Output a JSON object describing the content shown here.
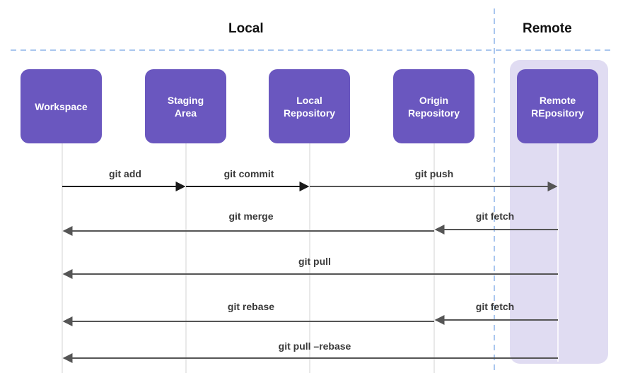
{
  "sections": {
    "local": "Local",
    "remote": "Remote"
  },
  "nodes": [
    {
      "id": "workspace",
      "label": "Workspace"
    },
    {
      "id": "staging",
      "label": "Staging\nArea"
    },
    {
      "id": "local-repo",
      "label": "Local\nRepository"
    },
    {
      "id": "origin-repo",
      "label": "Origin\nRepository"
    },
    {
      "id": "remote-repo",
      "label": "Remote\nREpository"
    }
  ],
  "commands": {
    "git_add": "git add",
    "git_commit": "git commit",
    "git_push": "git push",
    "git_merge": "git merge",
    "git_fetch_1": "git fetch",
    "git_pull": "git pull",
    "git_rebase": "git rebase",
    "git_fetch_2": "git fetch",
    "git_pull_rebase": "git pull –rebase"
  },
  "colors": {
    "box": "#6a57bf",
    "remote_panel": "#e0dcf2",
    "divider": "#a9c6ee",
    "arrow_dark": "#1a1a1a",
    "arrow_gray": "#555555",
    "lifeline": "#e2e2e2"
  }
}
